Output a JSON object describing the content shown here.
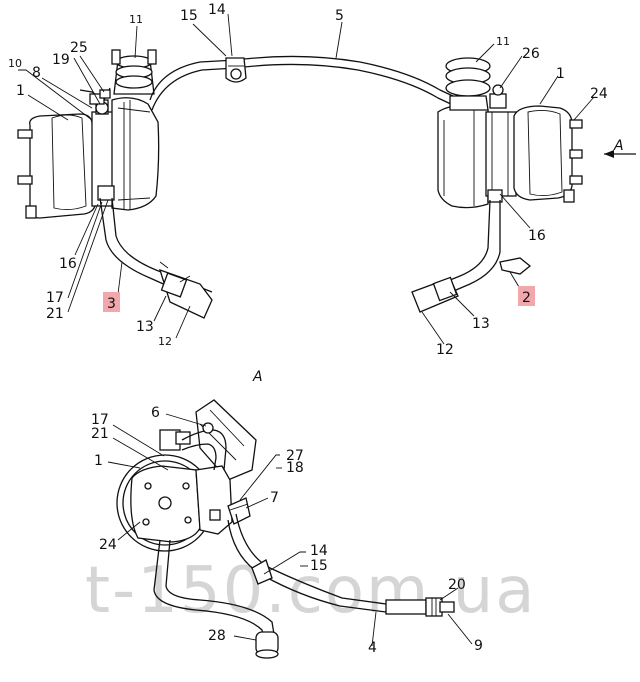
{
  "watermark": "t-150.com.ua",
  "view_label": "A",
  "arrow_label": "A",
  "labels": {
    "l11a": "11",
    "l15a": "15",
    "l14a": "14",
    "l5": "5",
    "l10": "10",
    "l8": "8",
    "l19": "19",
    "l25": "25",
    "l1a": "1",
    "l16a": "16",
    "l17a": "17",
    "l21a": "21",
    "l3": "3",
    "l13a": "13",
    "l12a": "12",
    "l11b": "11",
    "l26": "26",
    "l1b": "1",
    "l24a": "24",
    "l16b": "16",
    "l2": "2",
    "l13b": "13",
    "l12b": "12",
    "l17b": "17",
    "l21b": "21",
    "l6": "6",
    "l1c": "1",
    "l27": "27",
    "l18": "18",
    "l7": "7",
    "l24b": "24",
    "l14b": "14",
    "l15b": "15",
    "l20": "20",
    "l28": "28",
    "l4": "4",
    "l9": "9"
  },
  "highlighted_labels": [
    "3",
    "2"
  ],
  "colors": {
    "line": "#111111",
    "highlight": "#f2a7ad",
    "watermark": "#d5d5d5"
  }
}
